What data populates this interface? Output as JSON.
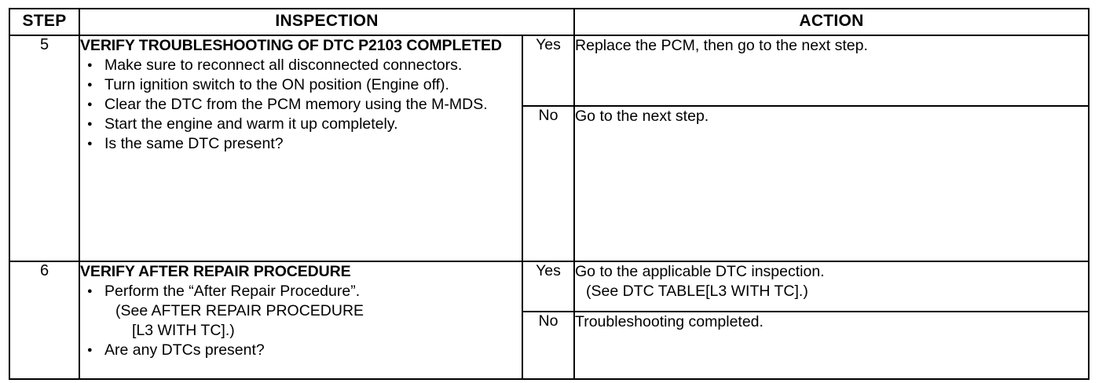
{
  "table": {
    "headers": {
      "step": "STEP",
      "inspection": "INSPECTION",
      "action": "ACTION"
    },
    "rows": [
      {
        "step": "5",
        "inspection": {
          "title": "VERIFY TROUBLESHOOTING OF DTC P2103 COMPLETED",
          "bullets": [
            "Make sure to reconnect all disconnected connectors.",
            "Turn ignition switch to the ON position (Engine off).",
            "Clear the DTC from the PCM memory using the M-MDS.",
            "Start the engine and warm it up completely.",
            "Is the same DTC present?"
          ]
        },
        "results": [
          {
            "label": "Yes",
            "action": "Replace the PCM, then go to the next step."
          },
          {
            "label": "No",
            "action": "Go to the next step."
          }
        ]
      },
      {
        "step": "6",
        "inspection": {
          "title": "VERIFY AFTER REPAIR PROCEDURE",
          "bullets": [
            "Perform the “After Repair Procedure”.",
            "Are any DTCs present?"
          ],
          "reference_line1": "(See AFTER REPAIR PROCEDURE",
          "reference_line2": "[L3 WITH TC].)"
        },
        "results": [
          {
            "label": "Yes",
            "action": "Go to the applicable DTC inspection.",
            "action_sub": "(See DTC TABLE[L3 WITH TC].)"
          },
          {
            "label": "No",
            "action": "Troubleshooting completed."
          }
        ]
      }
    ]
  }
}
